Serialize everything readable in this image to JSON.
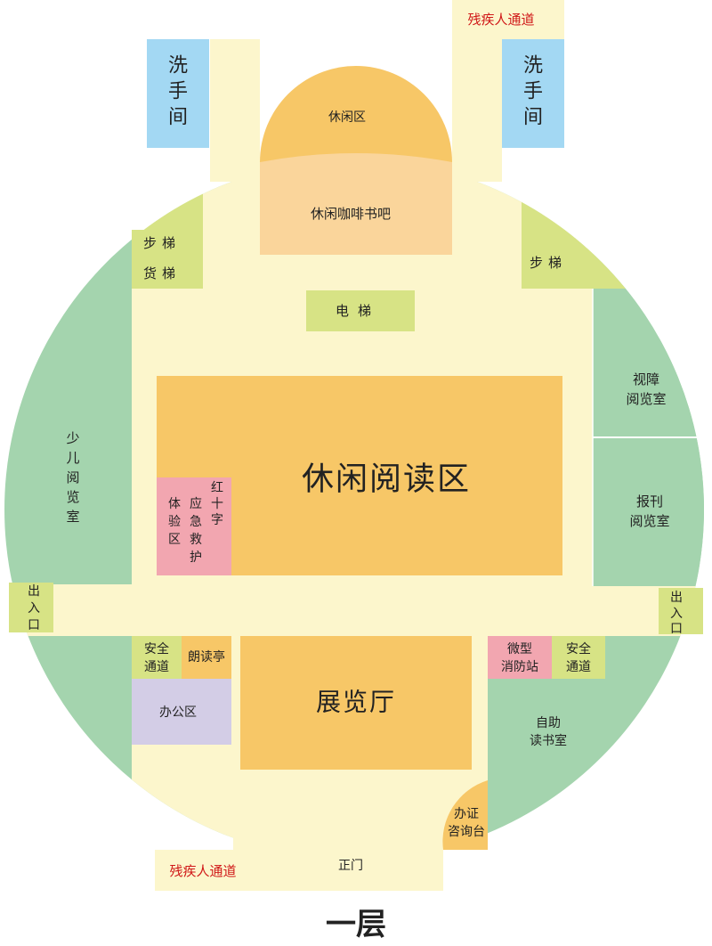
{
  "floor": "一层",
  "areas": {
    "restroom_left": "洗手间",
    "restroom_right": "洗手间",
    "accessible_top": "残疾人通道",
    "accessible_bottom": "残疾人通道",
    "lounge": "休闲区",
    "cafe": "休闲咖啡书吧",
    "stairs_left": "步梯",
    "freight_elevator": "货梯",
    "stairs_right": "步梯",
    "elevator": "电梯",
    "children_reading": "少儿阅览室",
    "visually_impaired_reading": "视障阅览室",
    "leisure_reading": "休闲阅读区",
    "newspaper_reading": "报刊阅览室",
    "experience_area": "体验区",
    "first_aid": "应急救护",
    "red_cross": "红十字",
    "exit_left": "出入口",
    "exit_right": "出入口",
    "safety_left": "安全通道",
    "reading_pavilion": "朗读亭",
    "exhibition_hall": "展览厅",
    "fire_station": "微型消防站",
    "safety_right": "安全通道",
    "office": "办公区",
    "self_service": "自助读书室",
    "card_service": "办证咨询台",
    "main_gate": "正门"
  },
  "colors": {
    "corridor": "#fcf6cc",
    "reading_room_green": "#a4d4ae",
    "lime": "#d7e385",
    "orange": "#f7c767",
    "peach": "#fad59b",
    "blue": "#a3d8f3",
    "pink": "#f2a6b0",
    "lavender": "#d3cde6",
    "accessible_red": "#d01818"
  }
}
